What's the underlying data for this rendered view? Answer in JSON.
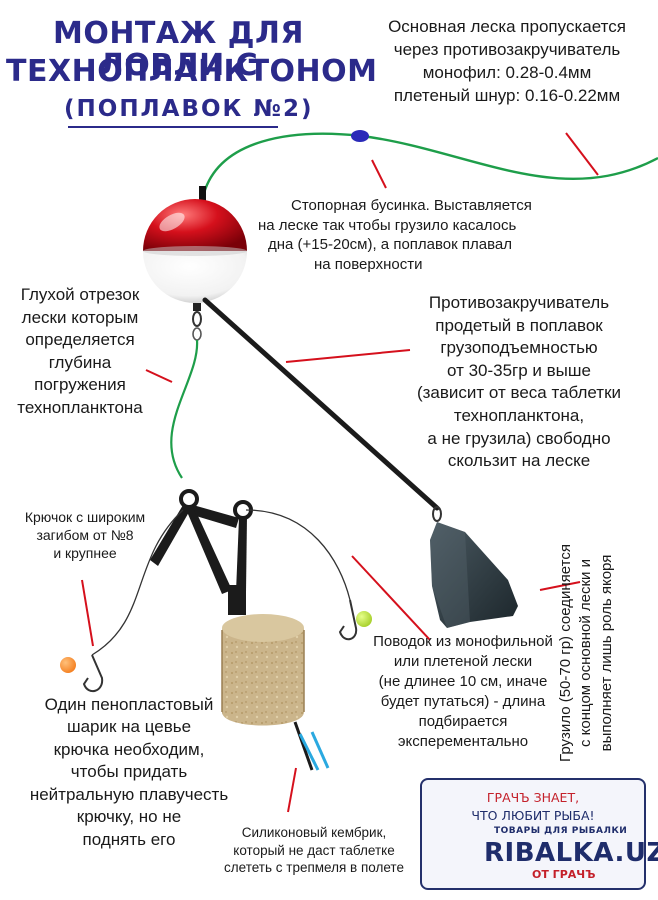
{
  "title": {
    "line1": "МОНТАЖ ДЛЯ ЛОВЛИ С",
    "line2": "ТЕХНОПЛАНКТОНОМ",
    "subtitle": "(ПОПЛАВОК №2)"
  },
  "labels": {
    "main_line": [
      "Основная леска пропускается",
      "через противозакручиватель",
      "монофил: 0.28-0.4мм",
      "плетеный шнур: 0.16-0.22мм"
    ],
    "stopper_bead": [
      "Стопорная бусинка. Выставляется",
      "на леске так чтобы грузило касалось",
      "дна (+15-20см), а поплавок плавал",
      "на поверхности"
    ],
    "blind_segment": [
      "Глухой отрезок",
      "лески которым",
      "определяется",
      "глубина",
      "погружения",
      "технопланктона"
    ],
    "anti_twist": [
      "Противозакручиватель",
      "продетый в поплавок",
      "грузоподъемностью",
      "от 30-35гр и выше",
      "(зависит от веса таблетки",
      "технопланктона,",
      "а не грузила) свободно",
      "скользит на леске"
    ],
    "hook": [
      "Крючок с широким",
      "загибом от №8",
      "и крупнее"
    ],
    "leash": [
      "Поводок из монофильной",
      "или плетеной лески",
      "(не длинее 10 см, иначе",
      "будет путаться) - длина",
      "подбирается",
      "эксперементально"
    ],
    "foam_ball": [
      "Один пенопластовый",
      "шарик на цевье",
      "крючка необходим,",
      "чтобы придать",
      "нейтральную плавучесть",
      "крючку, но не",
      "поднять его"
    ],
    "silicone_tube": [
      "Силиконовый кембрик,",
      "который не даст таблетке",
      "слететь с трепмеля в полете"
    ],
    "sinker": [
      "Грузило (50-70 гр) соединяется",
      "с концом основной лески и",
      "выполняет лишь роль якоря"
    ]
  },
  "logo": {
    "line1": "ГРАЧЪ ЗНАЕТ,",
    "line2": "ЧТО ЛЮБИТ РЫБА!",
    "tagline": "ТОВАРЫ ДЛЯ РЫБАЛКИ",
    "brand": "RIBALKA.UZ",
    "from": "ОТ ГРАЧЪ"
  },
  "colors": {
    "title": "#2b2a8a",
    "float_red": "#d5101c",
    "line_green": "#1e9e4a",
    "pointer_red": "#d5101c",
    "bead_blue": "#2a2ab8",
    "foam_orange": "#f47f20",
    "foam_green": "#a6cf2a",
    "feeder_tan": "#cbb58b",
    "silicone_blue": "#2aa9e0"
  }
}
